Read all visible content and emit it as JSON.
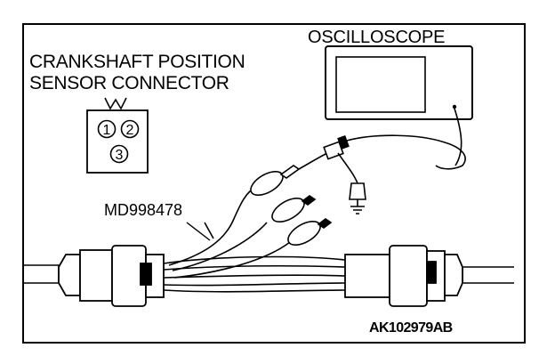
{
  "labels": {
    "sensor_connector_line1": "CRANKSHAFT POSITION",
    "sensor_connector_line2": "SENSOR CONNECTOR",
    "oscilloscope": "OSCILLOSCOPE",
    "test_harness": "MD998478",
    "figure_id": "AK102979AB"
  },
  "pins": [
    "1",
    "2",
    "3"
  ]
}
